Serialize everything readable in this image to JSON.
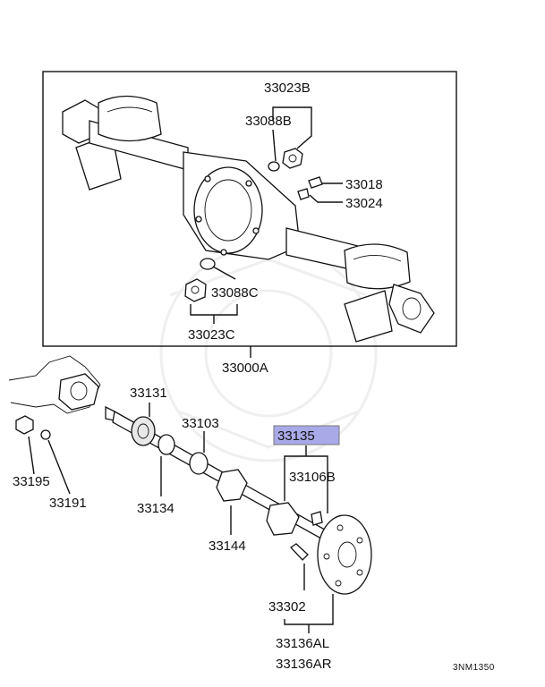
{
  "labels": {
    "p33023B": "33023B",
    "p33088B": "33088B",
    "p33018": "33018",
    "p33024": "33024",
    "p33088C": "33088C",
    "p33023C": "33023C",
    "p33000A": "33000A",
    "p33131": "33131",
    "p33103": "33103",
    "p33135": "33135",
    "p33106B": "33106B",
    "p33195": "33195",
    "p33191": "33191",
    "p33134": "33134",
    "p33144": "33144",
    "p33302": "33302",
    "p33136AL": "33136AL",
    "p33136AR": "33136AR"
  },
  "diagram_code": "3NM1350",
  "highlight_color": "#a9a9e8"
}
